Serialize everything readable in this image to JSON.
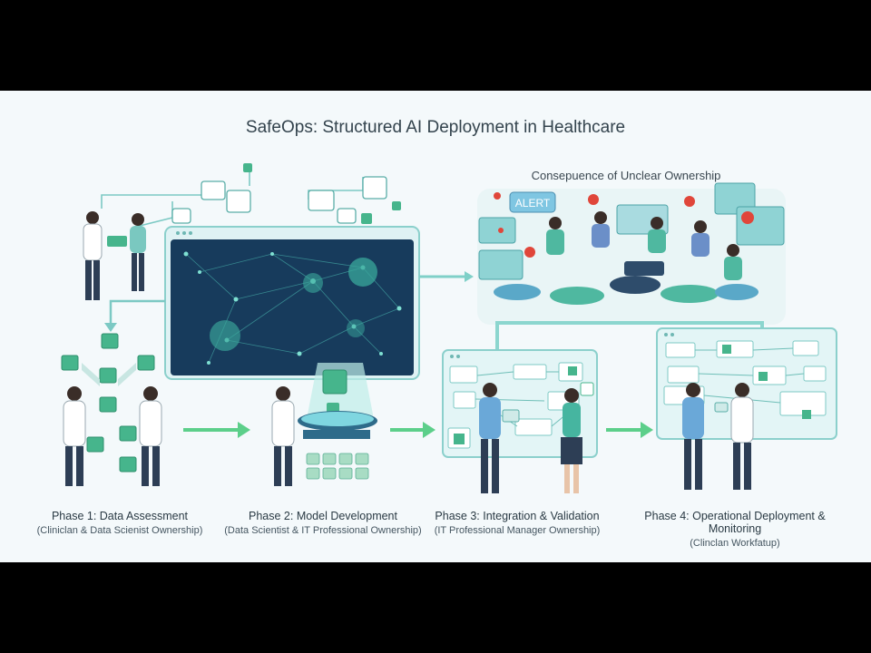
{
  "title": "SafeOps: Structured AI Deployment in Healthcare",
  "consequence": {
    "title": "Consepuence of Unclear Ownership",
    "alert_label": "ALERT"
  },
  "phases": [
    {
      "title": "Phase 1: Data Assessment",
      "owner": "(Cliniclan & Data Scienist Ownership)"
    },
    {
      "title": "Phase 2: Model Development",
      "owner": "(Data Scientist & IT Professional Ownership)"
    },
    {
      "title": "Phase 3: Integration & Validation",
      "owner": "(IT Professional Manager Ownership)"
    },
    {
      "title": "Phase 4: Operational Deployment & Monitoring",
      "owner": "(Clinclan Workfatup)"
    }
  ],
  "colors": {
    "teal": "#4fb8b0",
    "green_arrow": "#5ccf8a",
    "navy": "#163a5a",
    "cube": "#46b58c",
    "alert_red": "#e0463a"
  }
}
